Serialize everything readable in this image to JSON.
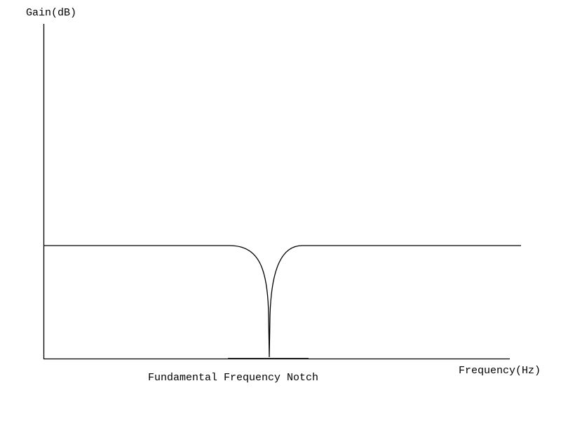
{
  "figure": {
    "y_axis_label": "Gain(dB)",
    "x_axis_label": "Frequency(Hz)",
    "caption": "Fundamental Frequency Notch"
  },
  "style": {
    "line_color": "#000000",
    "background": "#ffffff"
  }
}
